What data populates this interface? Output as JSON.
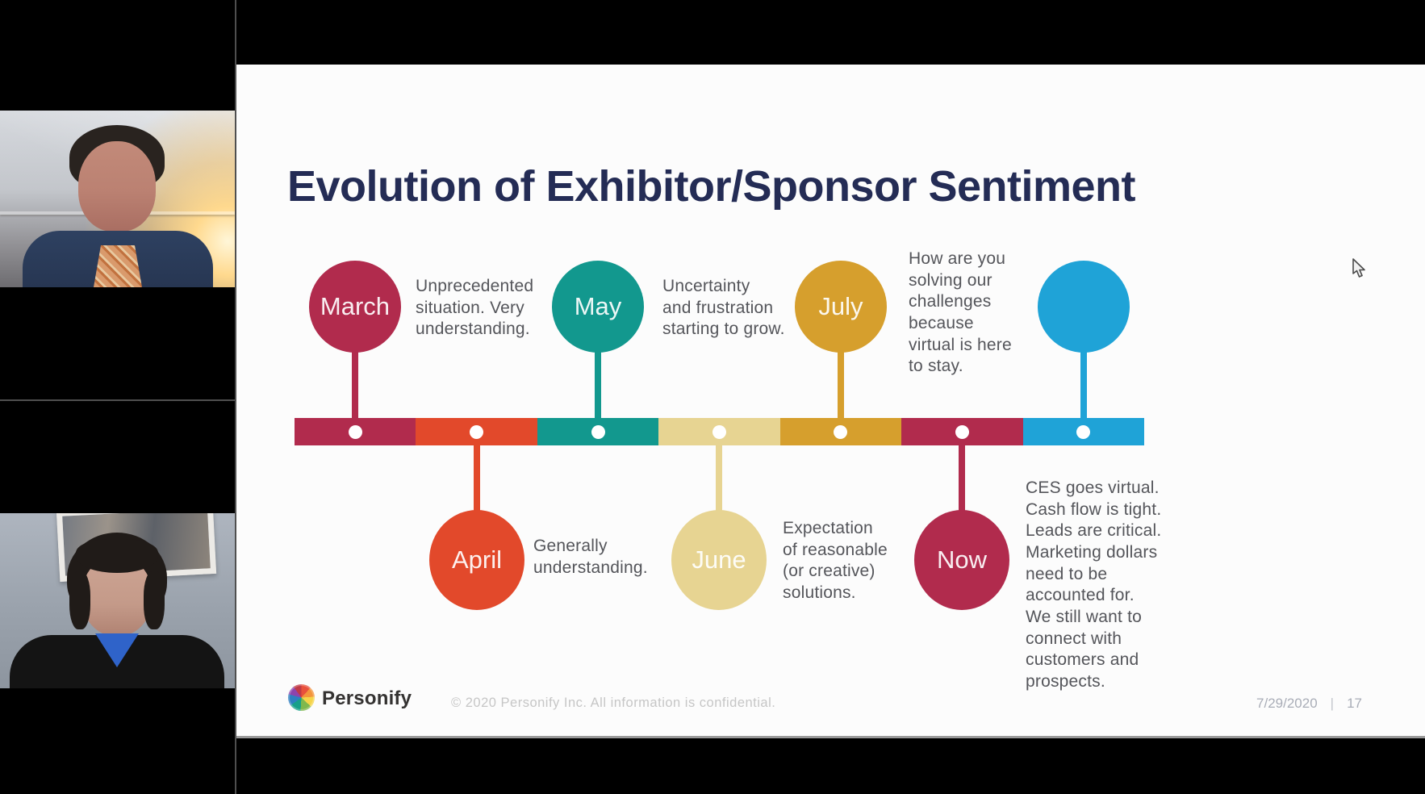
{
  "colors": {
    "crimson": "#B12B4D",
    "orange": "#E2492B",
    "teal": "#12988E",
    "khaki": "#E7D492",
    "gold": "#D69F2D",
    "blue": "#1FA3D7",
    "title_navy": "#242C55",
    "body_gray": "#54555A"
  },
  "slide": {
    "title": "Evolution of Exhibitor/Sponsor Sentiment",
    "title_color": "#242C55",
    "timeline": {
      "items": [
        {
          "label": "March",
          "side": "top",
          "color": "#B12B4D",
          "note": "Unprecedented\nsituation. Very\nunderstanding."
        },
        {
          "label": "April",
          "side": "bottom",
          "color": "#E2492B",
          "note": "Generally\nunderstanding."
        },
        {
          "label": "May",
          "side": "top",
          "color": "#12988E",
          "note": "Uncertainty\nand frustration\nstarting to grow."
        },
        {
          "label": "June",
          "side": "bottom",
          "color": "#E7D492",
          "note": "Expectation\nof reasonable\n(or creative)\nsolutions."
        },
        {
          "label": "July",
          "side": "top",
          "color": "#D69F2D",
          "note": "How are you\nsolving our\nchallenges\nbecause\nvirtual is here\nto stay."
        },
        {
          "label": "Now",
          "side": "bottom",
          "color": "#B12B4D",
          "note": "CES goes virtual.\nCash flow is tight.\nLeads are critical.\nMarketing dollars\nneed to be\naccounted for.\nWe still want to\nconnect with\ncustomers and\nprospects."
        },
        {
          "label": "",
          "side": "top",
          "color": "#1FA3D7",
          "note": ""
        }
      ]
    },
    "footer": {
      "brand": "Personify",
      "copyright": "© 2020 Personify Inc. All information is confidential.",
      "date": "7/29/2020",
      "separator": "|",
      "page": "17"
    }
  }
}
